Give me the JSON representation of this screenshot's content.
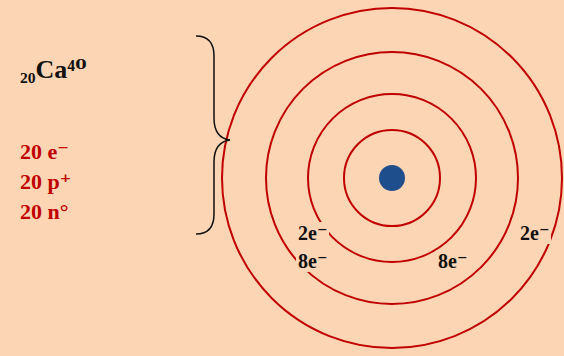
{
  "diagram": {
    "labels": [
      "₂₀Ca⁴⁰",
      "20 e⁻",
      "20 p⁺",
      "20 n°",
      "2e⁻",
      "8e⁻",
      "2e⁻",
      "8e⁻"
    ]
  }
}
